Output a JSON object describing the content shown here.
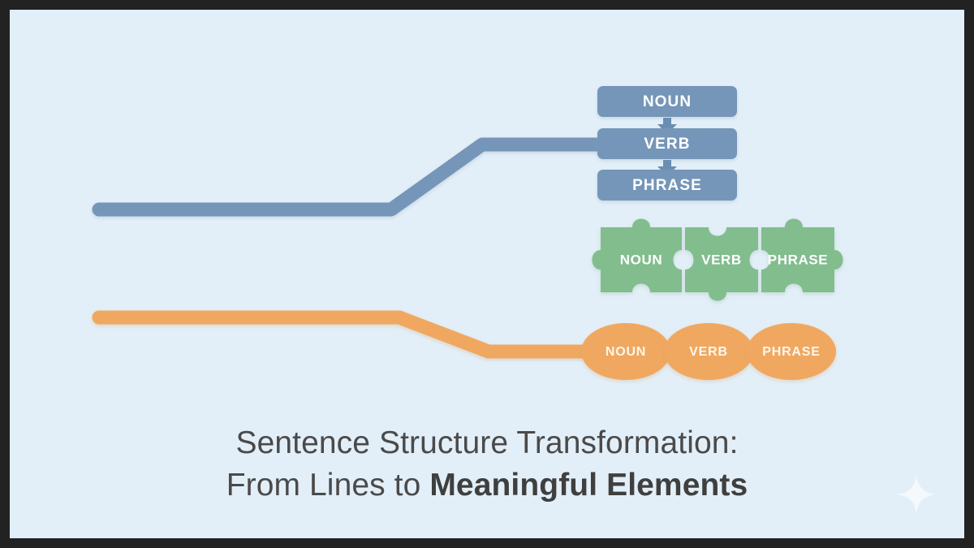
{
  "canvas": {
    "background_color": "#e3eff8",
    "frame_color": "#222222"
  },
  "title": {
    "line1": "Sentence Structure Transformation:",
    "line2_prefix": "From Lines to ",
    "line2_bold": "Meaningful Elements",
    "text_color": "#4a4a4a"
  },
  "decor": {
    "sparkle_icon": "sparkle-icon",
    "sparkle_color": "#ffffff"
  },
  "rows": [
    {
      "id": "blue-row",
      "style": "stacked-boxes",
      "color": "#7596b8",
      "line_label": "blue-connector-line",
      "nodes": [
        {
          "label": "NOUN"
        },
        {
          "label": "VERB"
        },
        {
          "label": "PHRASE"
        }
      ],
      "arrows": [
        "down-arrow",
        "down-arrow"
      ]
    },
    {
      "id": "green-row",
      "style": "puzzle-pieces",
      "color": "#82bd8e",
      "line_label": "green-connector-line",
      "nodes": [
        {
          "label": "NOUN"
        },
        {
          "label": "VERB"
        },
        {
          "label": "PHRASE"
        }
      ]
    },
    {
      "id": "orange-row",
      "style": "ellipses",
      "color": "#f0a860",
      "line_label": "orange-connector-line",
      "nodes": [
        {
          "label": "NOUN"
        },
        {
          "label": "VERB"
        },
        {
          "label": "PHRASE"
        }
      ]
    }
  ]
}
